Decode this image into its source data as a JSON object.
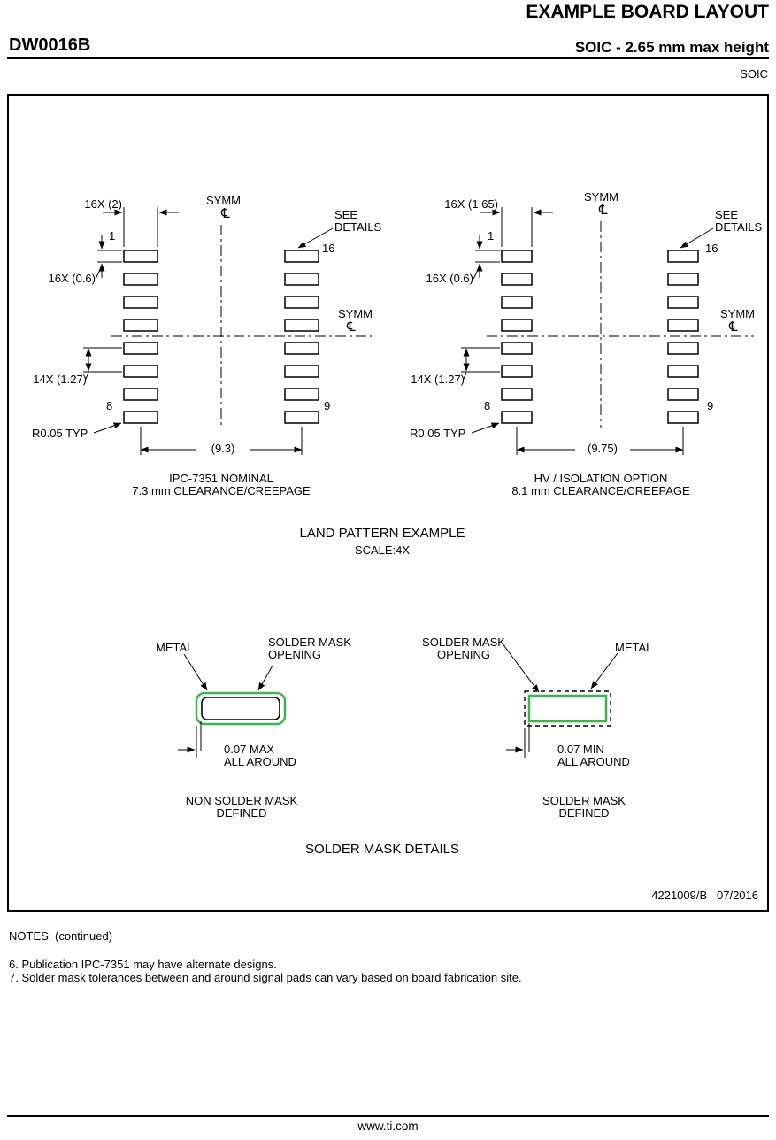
{
  "header": {
    "title": "EXAMPLE BOARD LAYOUT",
    "part_number": "DW0016B",
    "subtitle": "SOIC - 2.65 mm max height",
    "package": "SOIC"
  },
  "drawing": {
    "centerline_glyph": "℄",
    "symm": "SYMM",
    "see_line1": "SEE",
    "see_line2": "DETAILS",
    "left": {
      "pad_width_dim": "16X (2)",
      "pad_height_dim": "16X (0.6)",
      "pitch_dim": "14X (1.27)",
      "radius_note": "R0.05 TYP",
      "span_dim": "(9.3)",
      "pin1": "1",
      "pin8": "8",
      "pin9": "9",
      "pin16": "16",
      "caption1": "IPC-7351 NOMINAL",
      "caption2": "7.3 mm CLEARANCE/CREEPAGE"
    },
    "right": {
      "pad_width_dim": "16X (1.65)",
      "pad_height_dim": "16X (0.6)",
      "pitch_dim": "14X (1.27)",
      "radius_note": "R0.05 TYP",
      "span_dim": "(9.75)",
      "pin1": "1",
      "pin8": "8",
      "pin9": "9",
      "pin16": "16",
      "caption1": "HV / ISOLATION OPTION",
      "caption2": "8.1 mm CLEARANCE/CREEPAGE"
    },
    "land_pattern_title": "LAND PATTERN EXAMPLE",
    "land_pattern_scale": "SCALE:4X",
    "solder": {
      "left": {
        "metal": "METAL",
        "opening1": "SOLDER MASK",
        "opening2": "OPENING",
        "dim1": "0.07 MAX",
        "dim2": "ALL AROUND",
        "caption1": "NON SOLDER MASK",
        "caption2": "DEFINED"
      },
      "right": {
        "metal": "METAL",
        "opening1": "SOLDER MASK",
        "opening2": "OPENING",
        "dim1": "0.07 MIN",
        "dim2": "ALL AROUND",
        "caption1": "SOLDER MASK",
        "caption2": "DEFINED"
      },
      "title": "SOLDER MASK DETAILS"
    },
    "doc_number": "4221009/B   07/2016"
  },
  "notes": {
    "heading": "NOTES: (continued)",
    "items": [
      "6. Publication IPC-7351 may have alternate designs.",
      "7. Solder mask tolerances between and around signal pads can vary based on board fabrication site."
    ]
  },
  "footer": {
    "url": "www.ti.com"
  },
  "colors": {
    "solder_mask_green": "#3db54a"
  }
}
